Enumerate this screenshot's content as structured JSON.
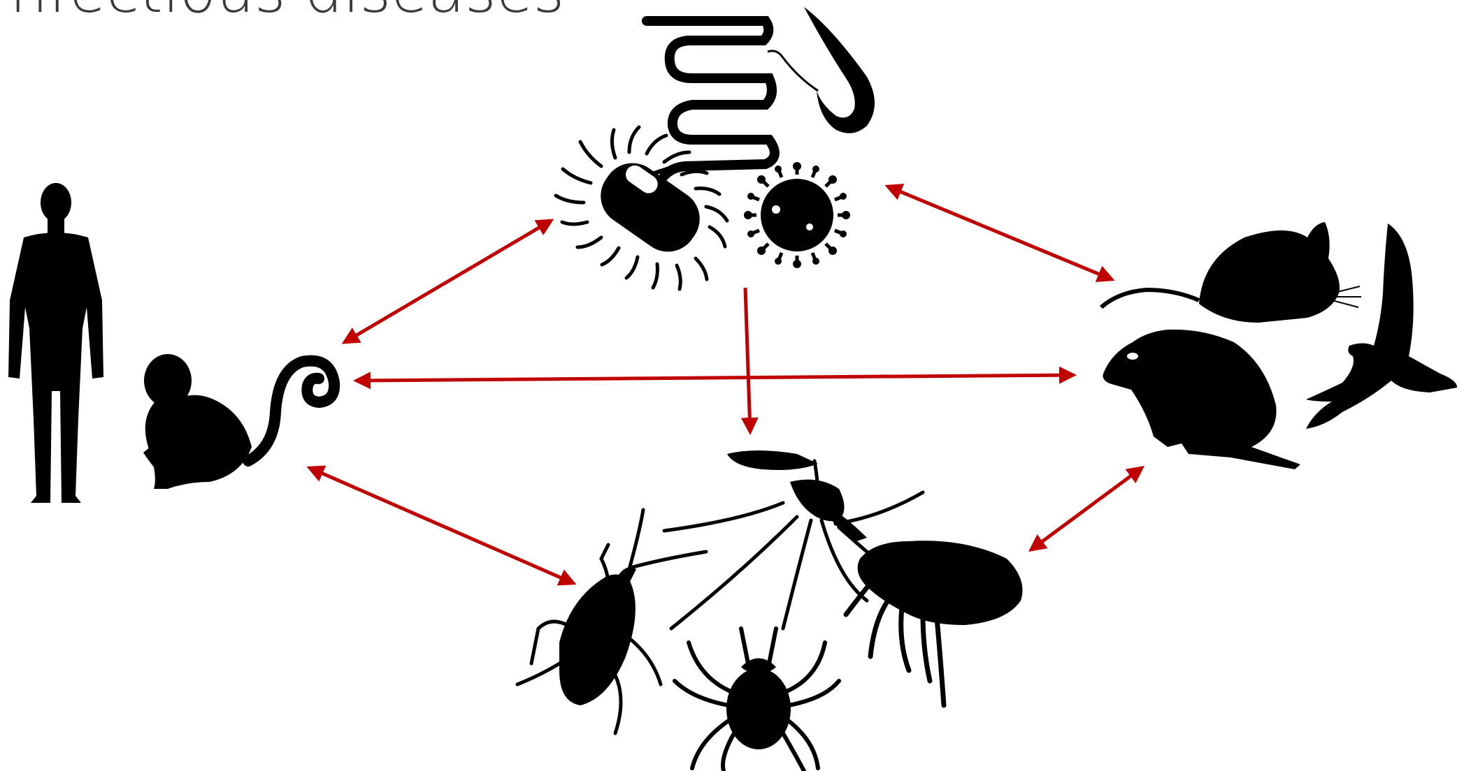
{
  "title": "nfectious diseases",
  "colors": {
    "arrow": "#c00000",
    "silhouette": "#000000",
    "title": "#3a3a3a",
    "background": "#ffffff"
  },
  "groups": {
    "hosts": [
      "human-icon",
      "monkey-icon"
    ],
    "pathogens": [
      "worm-icon",
      "trypanosome-icon",
      "bacterium-icon",
      "virus-icon"
    ],
    "reservoirs": [
      "mouse-icon",
      "hedgehog-icon",
      "bird-icon"
    ],
    "vectors": [
      "kissing-bug-icon",
      "mosquito-icon",
      "tick-icon",
      "flea-icon"
    ]
  },
  "relations": [
    {
      "from": "pathogens",
      "to": "hosts",
      "direction": "both"
    },
    {
      "from": "pathogens",
      "to": "reservoirs",
      "direction": "both"
    },
    {
      "from": "hosts",
      "to": "reservoirs",
      "direction": "both"
    },
    {
      "from": "hosts",
      "to": "vectors",
      "direction": "both"
    },
    {
      "from": "reservoirs",
      "to": "vectors",
      "direction": "both"
    },
    {
      "from": "pathogens",
      "to": "vectors",
      "direction": "forward"
    }
  ]
}
